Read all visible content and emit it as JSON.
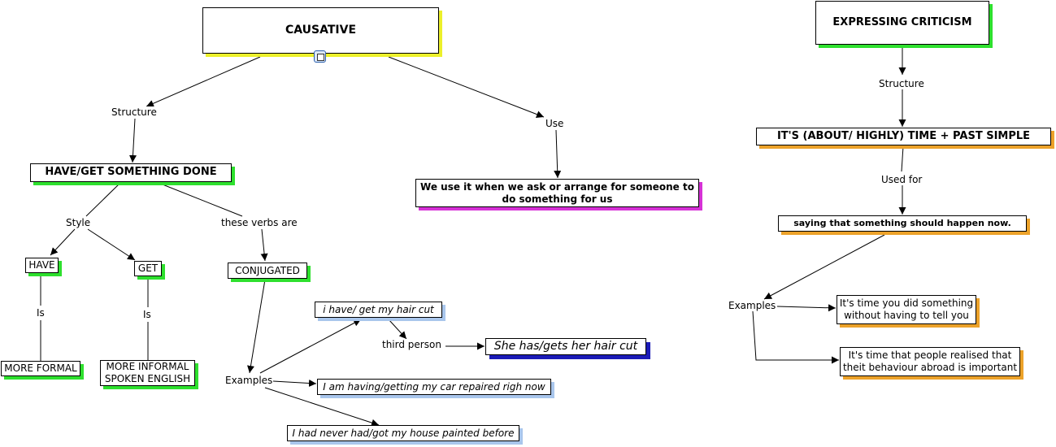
{
  "causative": {
    "title": "CAUSATIVE",
    "structure_label": "Structure",
    "have_get": "HAVE/GET SOMETHING DONE",
    "style_label": "Style",
    "have": "HAVE",
    "is_label_1": "Is",
    "more_formal": "MORE FORMAL",
    "get": "GET",
    "is_label_2": "Is",
    "more_informal_l1": "MORE INFORMAL",
    "more_informal_l2": "SPOKEN ENGLISH",
    "these_verbs_are": "these verbs are",
    "conjugated": "CONJUGATED",
    "examples_label": "Examples",
    "ex_have_get": "i have/ get my hair cut",
    "third_person": "third person",
    "ex_she_has": "She has/gets her hair cut",
    "ex_car": "I am having/getting my car repaired righ now",
    "ex_house": "I had never had/got my house painted before",
    "use_label": "Use",
    "use_text_l1": "We use it when we ask or arrange for someone to",
    "use_text_l2": "do something for us"
  },
  "criticism": {
    "title": "EXPRESSING CRITICISM",
    "structure_label": "Structure",
    "its_time": "IT'S (ABOUT/ HIGHLY) TIME + PAST SIMPLE",
    "used_for_label": "Used for",
    "saying": "saying that something should happen now.",
    "examples_label": "Examples",
    "ex1_l1": "It's time you did something",
    "ex1_l2": "without having to tell you",
    "ex2_l1": "It's time that people realised that",
    "ex2_l2": "theit behaviour abroad is important"
  },
  "icon_names": [
    "document-icon"
  ],
  "colors": {
    "yellow": "#ecf02a",
    "green": "#2ee02e",
    "light_blue": "#a9c6ec",
    "navy": "#1b1bb7",
    "magenta": "#d631d6",
    "orange": "#eca22a"
  }
}
